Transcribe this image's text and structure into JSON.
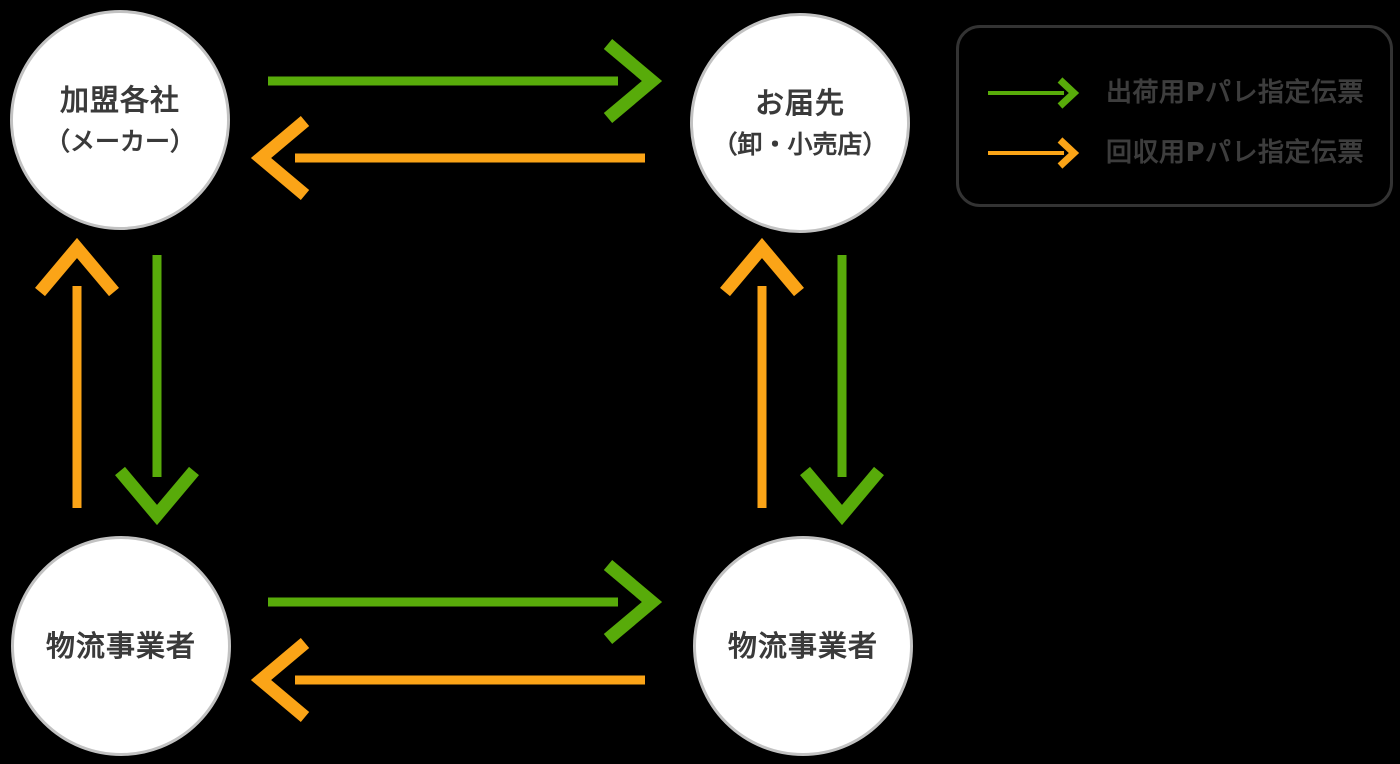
{
  "diagram": {
    "type": "flow-diagram",
    "nodes": {
      "maker": {
        "line1": "加盟各社",
        "line2": "（メーカー）"
      },
      "destination": {
        "line1": "お届先",
        "line2": "（卸・小売店）"
      },
      "logistics_left": {
        "label": "物流事業者"
      },
      "logistics_right": {
        "label": "物流事業者"
      }
    },
    "edges": [
      {
        "from": "maker",
        "to": "destination",
        "color": "green"
      },
      {
        "from": "destination",
        "to": "maker",
        "color": "orange"
      },
      {
        "from": "maker",
        "to": "logistics_left",
        "color": "green"
      },
      {
        "from": "logistics_left",
        "to": "maker",
        "color": "orange"
      },
      {
        "from": "destination",
        "to": "logistics_right",
        "color": "green"
      },
      {
        "from": "logistics_right",
        "to": "destination",
        "color": "orange"
      },
      {
        "from": "logistics_left",
        "to": "logistics_right",
        "color": "green"
      },
      {
        "from": "logistics_right",
        "to": "logistics_left",
        "color": "orange"
      }
    ]
  },
  "legend": {
    "items": [
      {
        "icon": "green-arrow-right-icon",
        "color": "#58AB0A",
        "label": "出荷用Pパレ指定伝票"
      },
      {
        "icon": "orange-arrow-right-icon",
        "color": "#FBA417",
        "label": "回収用Pパレ指定伝票"
      }
    ]
  },
  "colors": {
    "green": "#58AB0A",
    "orange": "#FBA417",
    "background": "#000000",
    "node_fill": "#FFFFFF",
    "node_border": "#C2C2C2",
    "node_text": "#3A3A3A",
    "legend_border": "#333333",
    "legend_text": "#3D3D3D"
  }
}
